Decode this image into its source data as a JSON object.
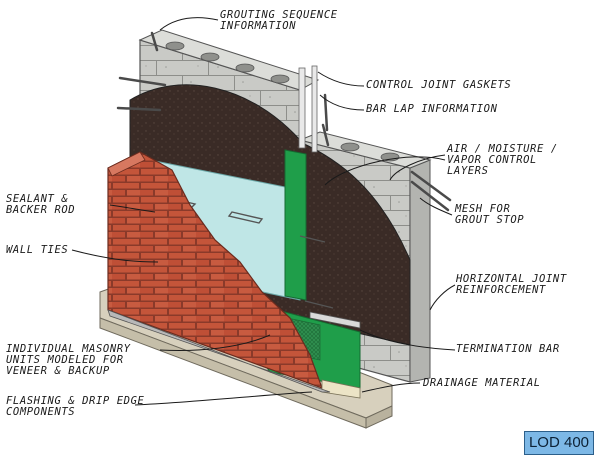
{
  "labels": {
    "grouting_sequence": "GROUTING SEQUENCE\nINFORMATION",
    "control_joint_gaskets": "CONTROL JOINT GASKETS",
    "bar_lap": "BAR LAP INFORMATION",
    "air_moisture": "AIR / MOISTURE /\nVAPOR CONTROL\nLAYERS",
    "sealant": "SEALANT &\nBACKER ROD",
    "mesh": "MESH FOR\nGROUT STOP",
    "wall_ties": "WALL TIES",
    "horizontal_joint": "HORIZONTAL JOINT\nREINFORCEMENT",
    "individual_units": "INDIVIDUAL MASONRY\nUNITS MODELED FOR\nVENEER & BACKUP",
    "termination_bar": "TERMINATION BAR",
    "drainage": "DRAINAGE MATERIAL",
    "flashing": "FLASHING & DRIP EDGE\nCOMPONENTS"
  },
  "badge": "LOD 400",
  "colors": {
    "cmu": "#c9cac6",
    "air_barrier": "#3a2b26",
    "insulation": "#bfe6e6",
    "flashing": "#1f9e4a",
    "brick": "#c4553a",
    "foundation": "#d7d0bd",
    "badge": "#7db8e6"
  }
}
